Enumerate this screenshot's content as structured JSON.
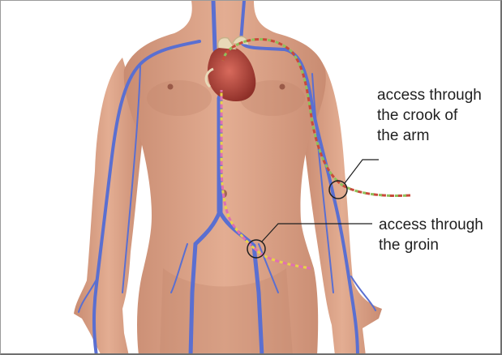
{
  "annotations": {
    "arm": {
      "lines": [
        "access through",
        "the crook of",
        "the arm"
      ]
    },
    "groin": {
      "lines": [
        "access through",
        "the groin"
      ]
    }
  },
  "colors": {
    "skin": "#d9a084",
    "skin_shadow": "#b97a62",
    "vein": "#5a6fd1",
    "heart": "#b9473c",
    "catheter_red": "#c84a3a",
    "catheter_green": "#8fbf5a",
    "catheter_yellow": "#e8d24a",
    "catheter_pink": "#e070b0",
    "border": "#8c8c8c",
    "text": "#1f1f1f"
  }
}
